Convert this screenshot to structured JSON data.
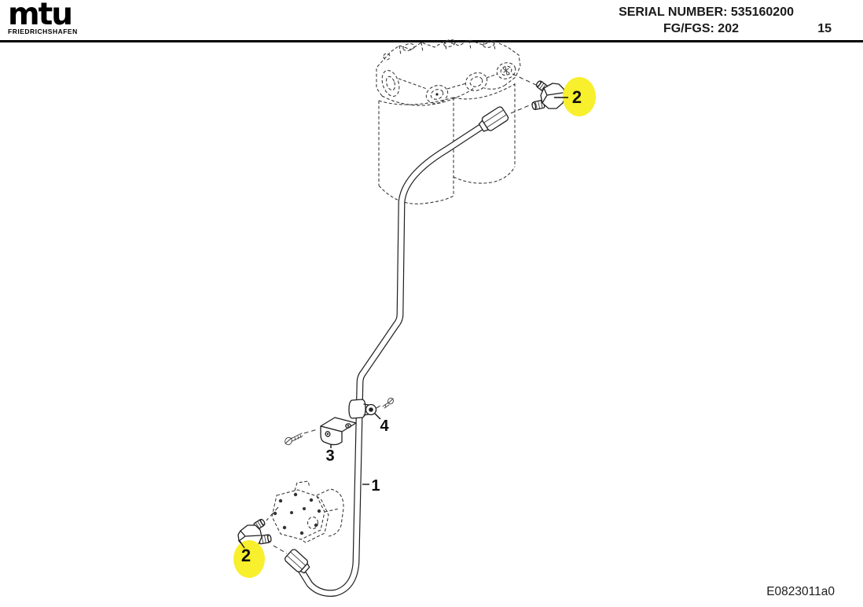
{
  "header": {
    "brand": "mtu",
    "brand_subtitle": "FRIEDRICHSHAFEN",
    "serial": {
      "label": "SERIAL NUMBER:",
      "value": "535160200"
    },
    "fg": {
      "label": "FG/FGS:",
      "value": "202"
    },
    "page": "15"
  },
  "diagram": {
    "drawing_number": "E0823011a0",
    "callouts": {
      "pipe": "1",
      "fitting_top": "2",
      "fitting_bottom": "2",
      "bracket": "3",
      "clamp": "4"
    }
  },
  "colors": {
    "highlight": "#f8ef2d",
    "line": "#1f1f1f"
  }
}
